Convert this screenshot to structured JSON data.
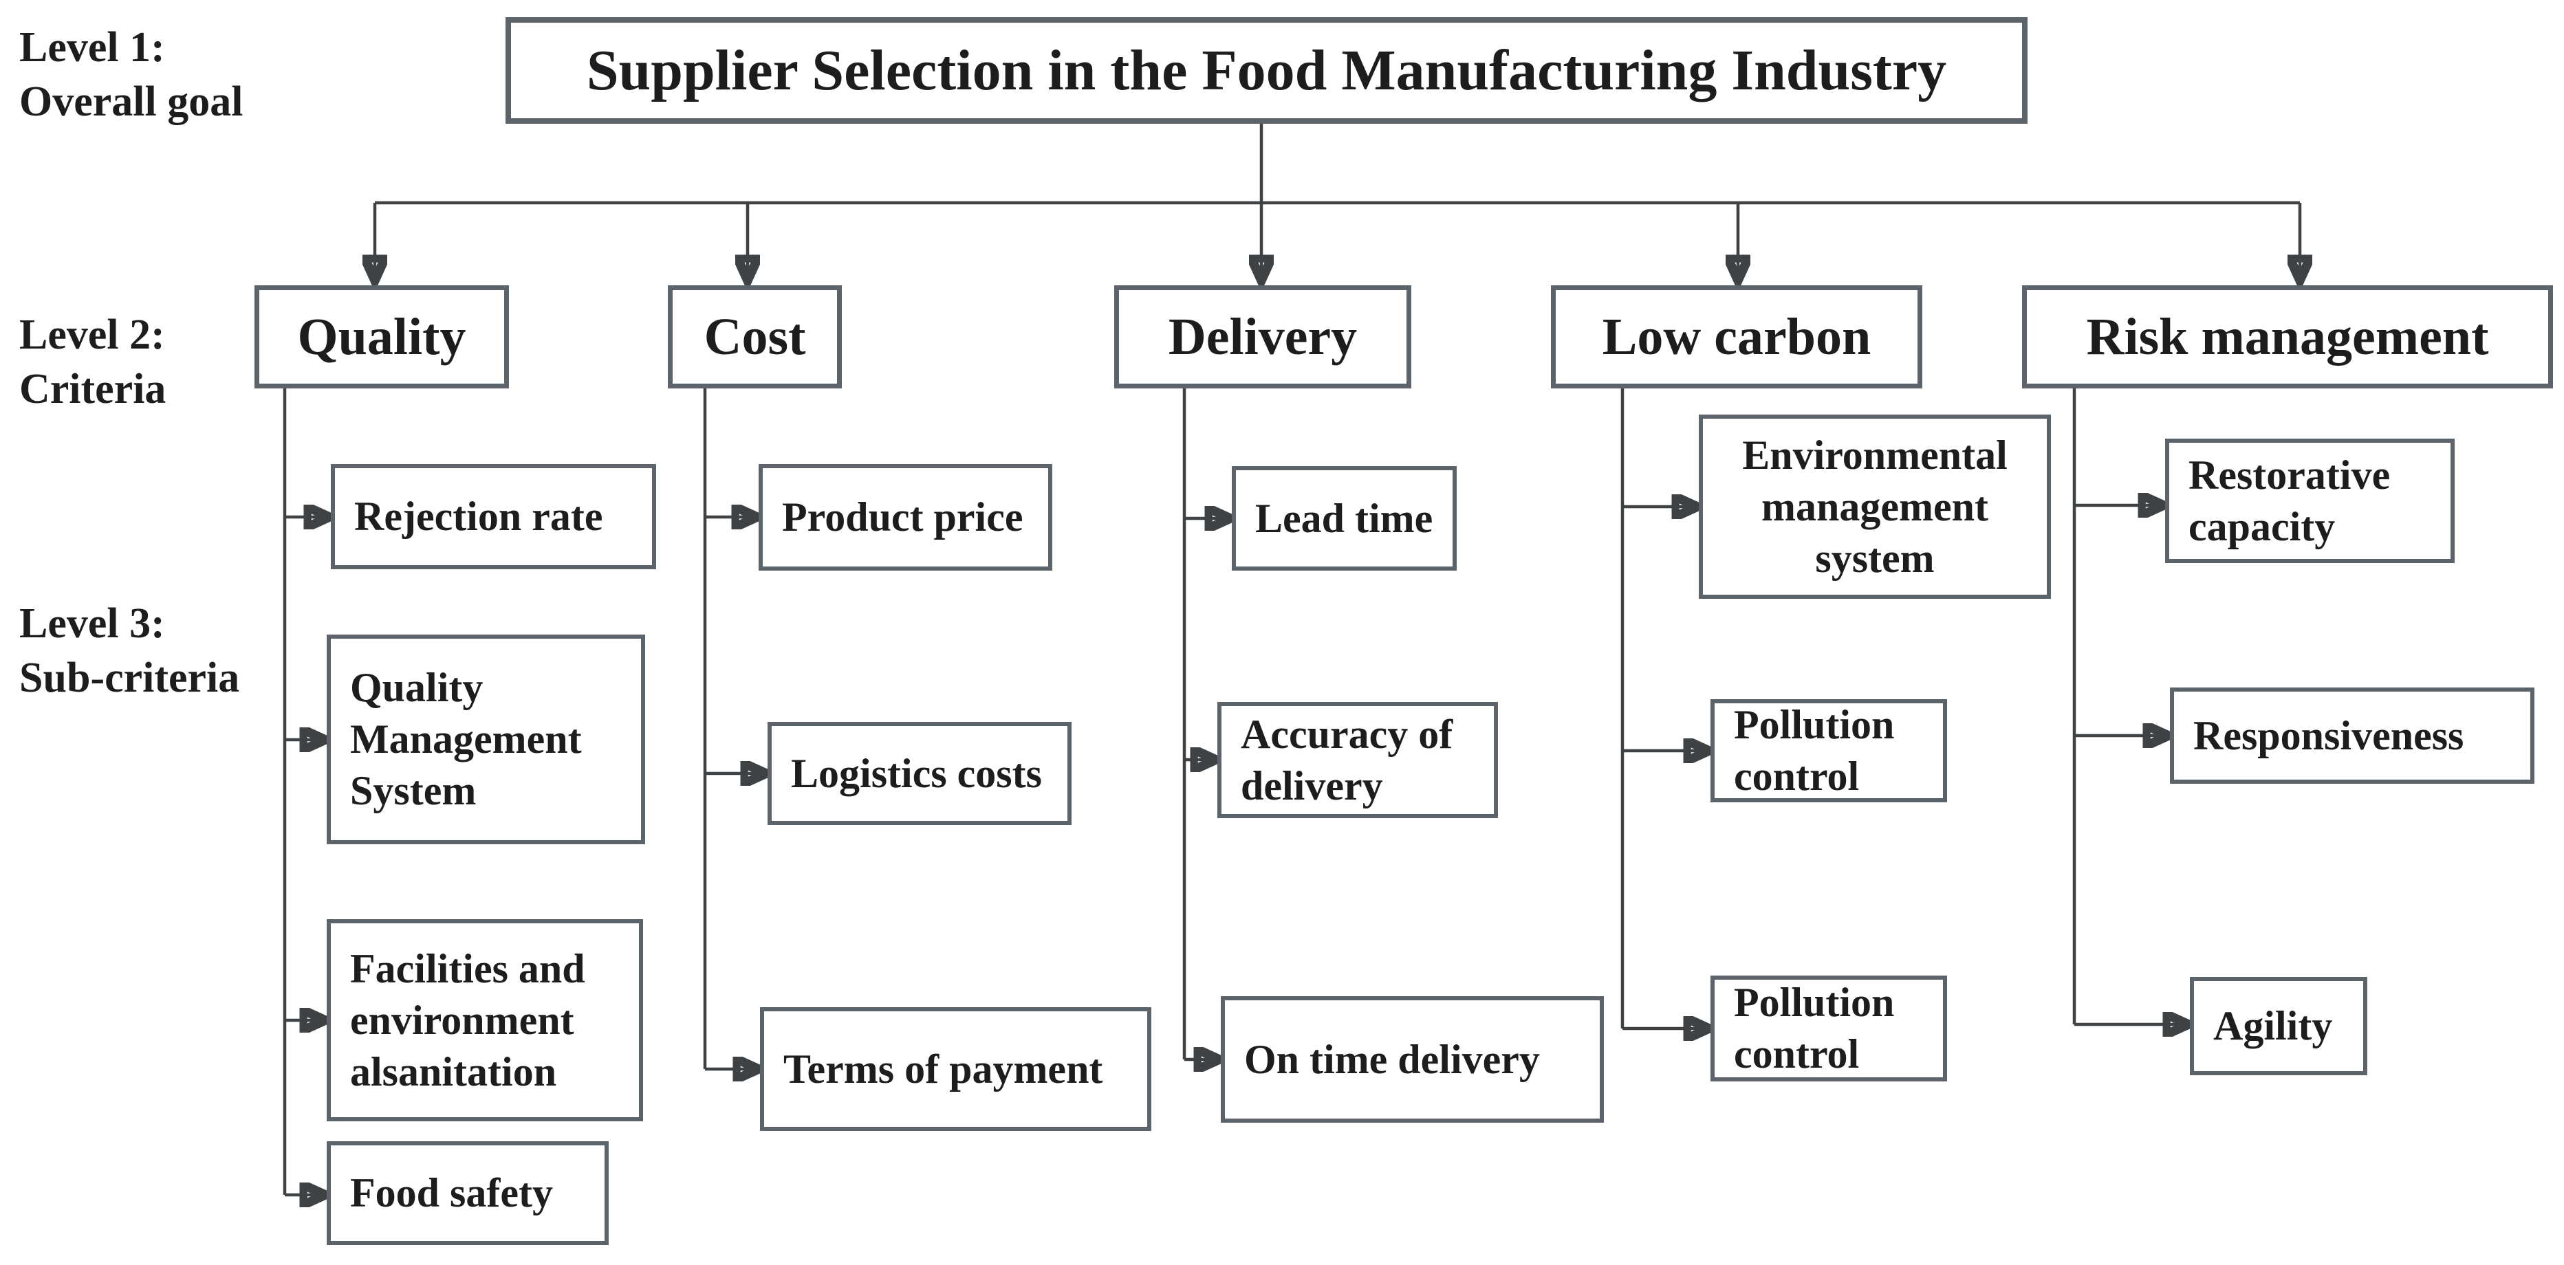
{
  "colors": {
    "background": "#ffffff",
    "box_border": "#5c636b",
    "connector_line": "#3f4245",
    "text": "#1d1d1f"
  },
  "side_labels": [
    {
      "text": "Level 1:\nOverall goal"
    },
    {
      "text": "Level 2:\nCriteria"
    },
    {
      "text": "Level 3:\nSub-criteria"
    }
  ],
  "goal": {
    "label": "Supplier Selection in the Food Manufacturing Industry"
  },
  "criteria": [
    {
      "label": "Quality",
      "sub_criteria": [
        {
          "label": "Rejection rate"
        },
        {
          "label": "Quality\nManagement\nSystem"
        },
        {
          "label": "Facilities and\nenvironment\nalsanitation"
        },
        {
          "label": "Food safety"
        }
      ]
    },
    {
      "label": "Cost",
      "sub_criteria": [
        {
          "label": "Product price"
        },
        {
          "label": "Logistics costs"
        },
        {
          "label": "Terms of payment"
        }
      ]
    },
    {
      "label": "Delivery",
      "sub_criteria": [
        {
          "label": "Lead time"
        },
        {
          "label": "Accuracy of\ndelivery"
        },
        {
          "label": "On time delivery"
        }
      ]
    },
    {
      "label": "Low carbon",
      "sub_criteria": [
        {
          "label": "Environmental\nmanagement\nsystem"
        },
        {
          "label": "Pollution\ncontrol"
        },
        {
          "label": "Pollution\ncontrol"
        }
      ]
    },
    {
      "label": "Risk management",
      "sub_criteria": [
        {
          "label": "Restorative\ncapacity"
        },
        {
          "label": "Responsiveness"
        },
        {
          "label": "Agility"
        }
      ]
    }
  ]
}
